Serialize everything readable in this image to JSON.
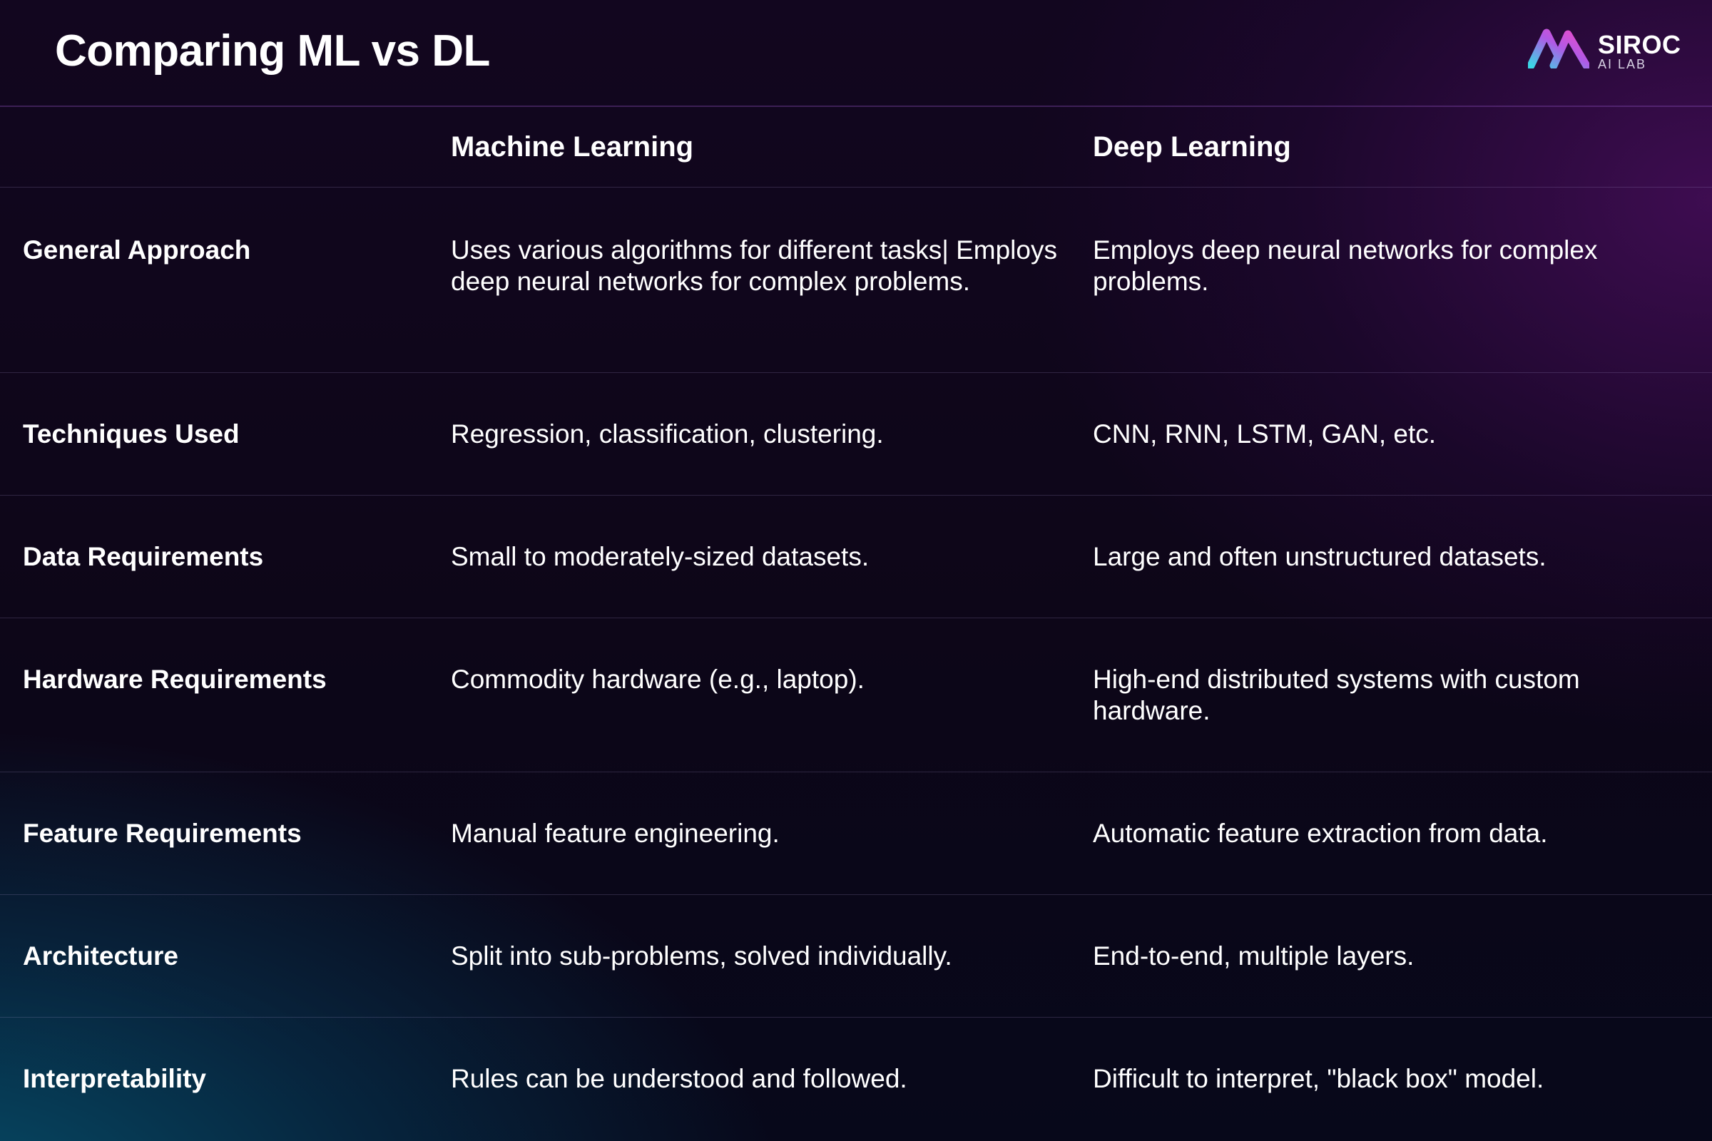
{
  "title": "Comparing ML vs DL",
  "logo": {
    "name": "SIROC",
    "sub": "AI LAB"
  },
  "columns": {
    "empty": "",
    "ml": "Machine Learning",
    "dl": "Deep Learning"
  },
  "rows": [
    {
      "label": "General Approach",
      "ml": "Uses various algorithms for different tasks| Employs deep neural networks for complex problems.",
      "dl": "Employs deep neural networks for complex problems."
    },
    {
      "label": "Techniques Used",
      "ml": "Regression, classification, clustering.",
      "dl": "CNN, RNN, LSTM, GAN, etc."
    },
    {
      "label": "Data Requirements",
      "ml": "Small to moderately-sized datasets.",
      "dl": "Large and often unstructured datasets."
    },
    {
      "label": "Hardware Requirements",
      "ml": "Commodity hardware (e.g., laptop).",
      "dl": "High-end distributed systems with custom hardware."
    },
    {
      "label": "Feature Requirements",
      "ml": "Manual feature engineering.",
      "dl": "Automatic feature extraction from data."
    },
    {
      "label": "Architecture",
      "ml": "Split into sub-problems, solved individually.",
      "dl": "End-to-end, multiple layers."
    },
    {
      "label": "Interpretability",
      "ml": "Rules can be understood and followed.",
      "dl": "Difficult to interpret, \"black box\" model."
    }
  ],
  "colors": {
    "logo_gradient_start": "#3ad6e6",
    "logo_gradient_end": "#e04ad8"
  }
}
